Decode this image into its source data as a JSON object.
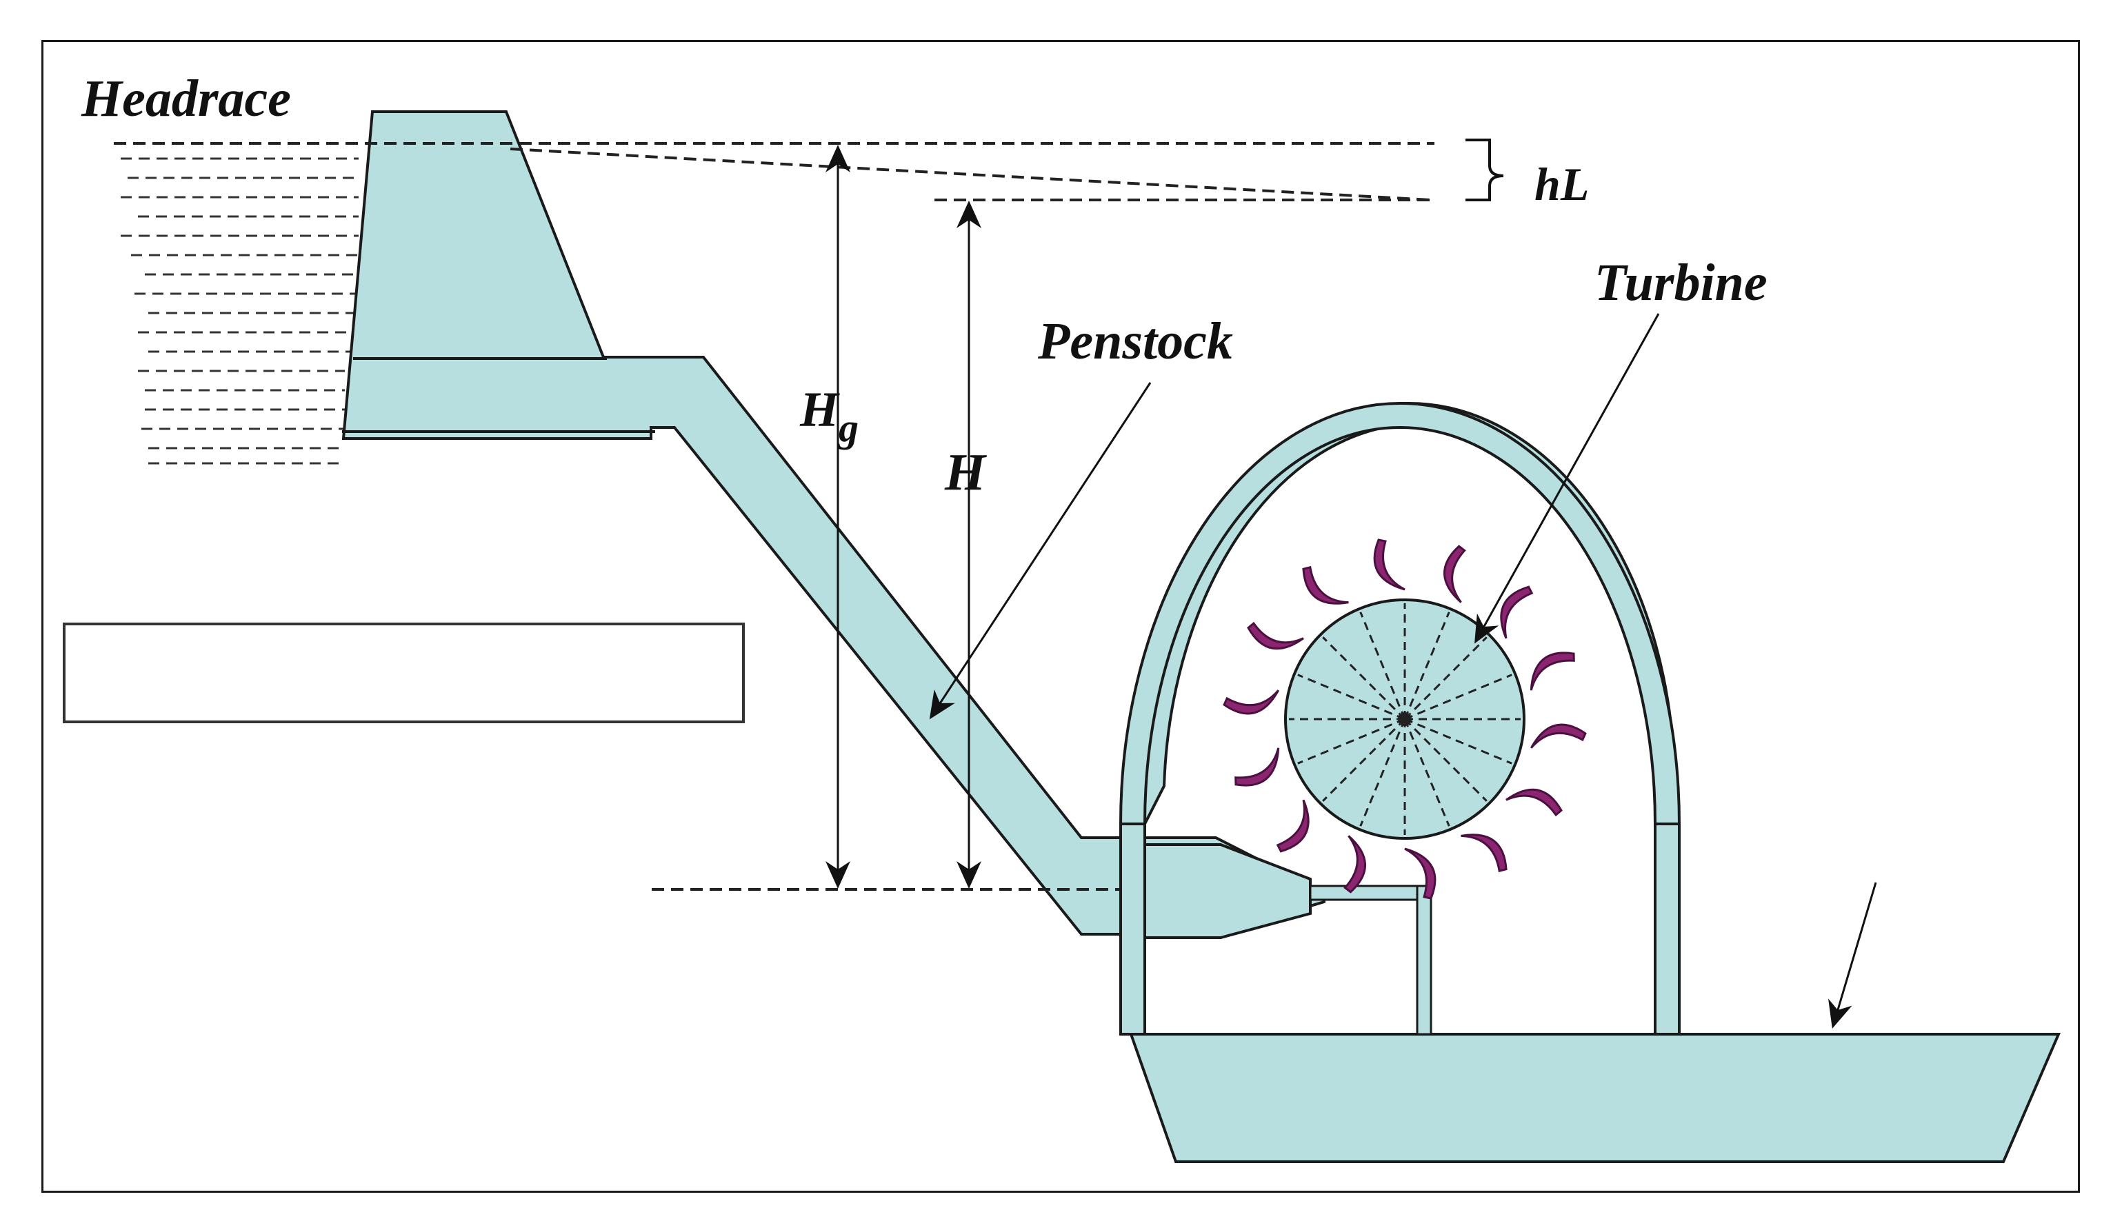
{
  "labels": {
    "headrace": "Headrace",
    "head_loss": "hL",
    "turbine": "Turbine",
    "penstock": "Penstock",
    "gross_head_main": "H",
    "gross_head_sub": "g",
    "net_head": "H"
  },
  "colors": {
    "fill": "#b8dfe0",
    "stroke": "#1a1a1a",
    "bucket": "#8b2570",
    "frame": "#1a1a1a"
  },
  "icons": {
    "dam": "trapezoid-dam-shape",
    "runner": "pelton-wheel-runner",
    "arrow": "arrowhead"
  }
}
